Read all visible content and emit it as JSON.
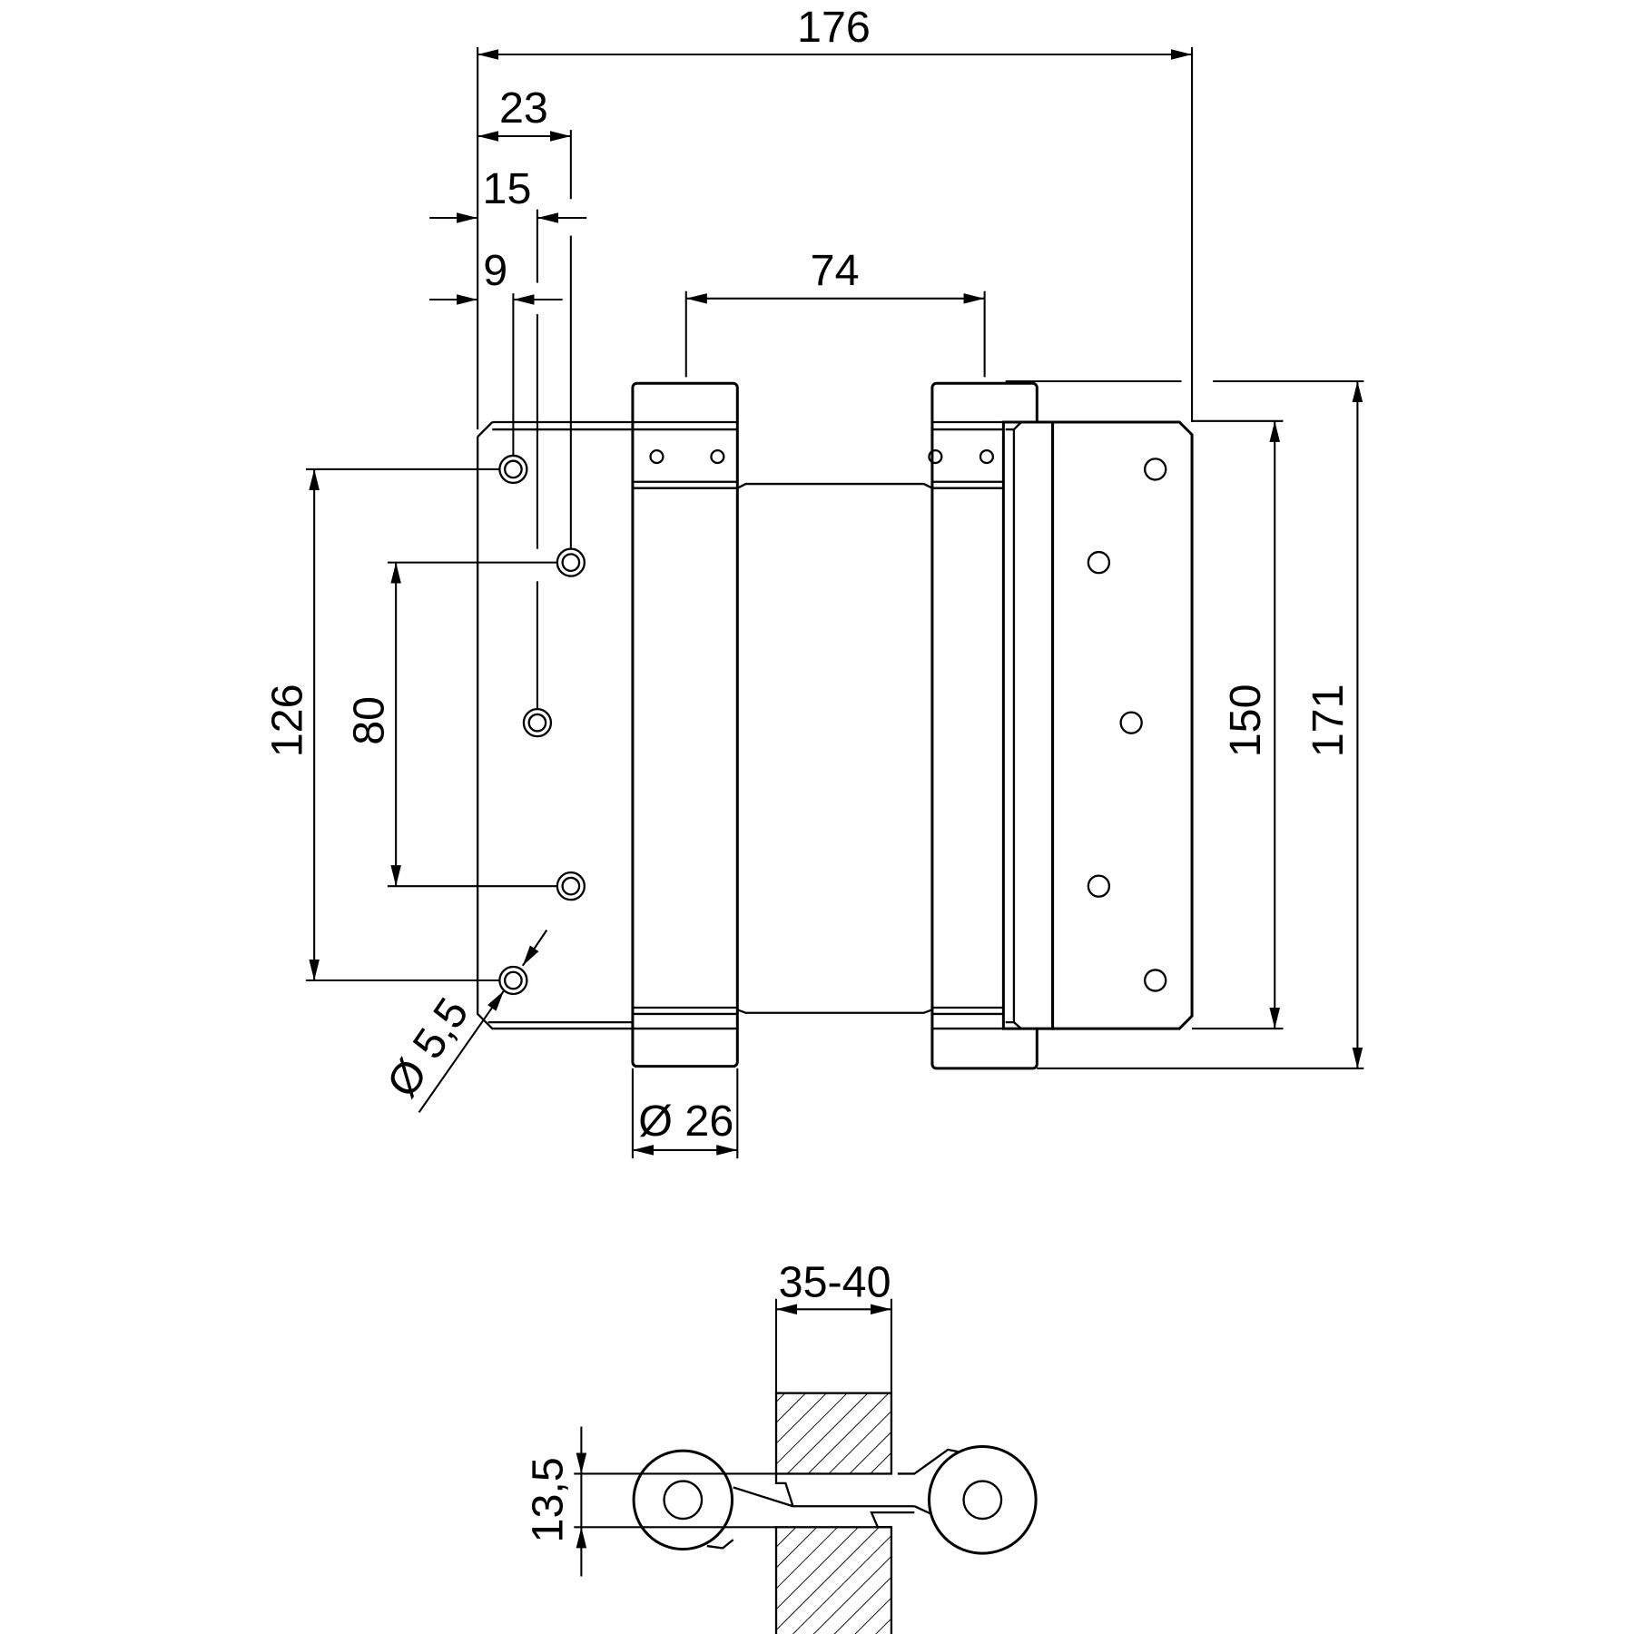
{
  "title": "Double-action spring hinge dimension drawing",
  "dimensions": {
    "overall_width": "176",
    "hole_row_outer": "23",
    "hole_row_middle": "15",
    "hole_row_inner": "9",
    "barrel_spacing": "74",
    "outer_hole_spacing": "126",
    "inner_hole_spacing": "80",
    "leaf_height": "150",
    "overall_height": "171",
    "screw_hole_diameter": "Ø 5,5",
    "barrel_diameter": "Ø 26",
    "door_thickness": "35-40",
    "gap": "13,5"
  },
  "colors": {
    "line": "#000000",
    "background": "#ffffff"
  }
}
